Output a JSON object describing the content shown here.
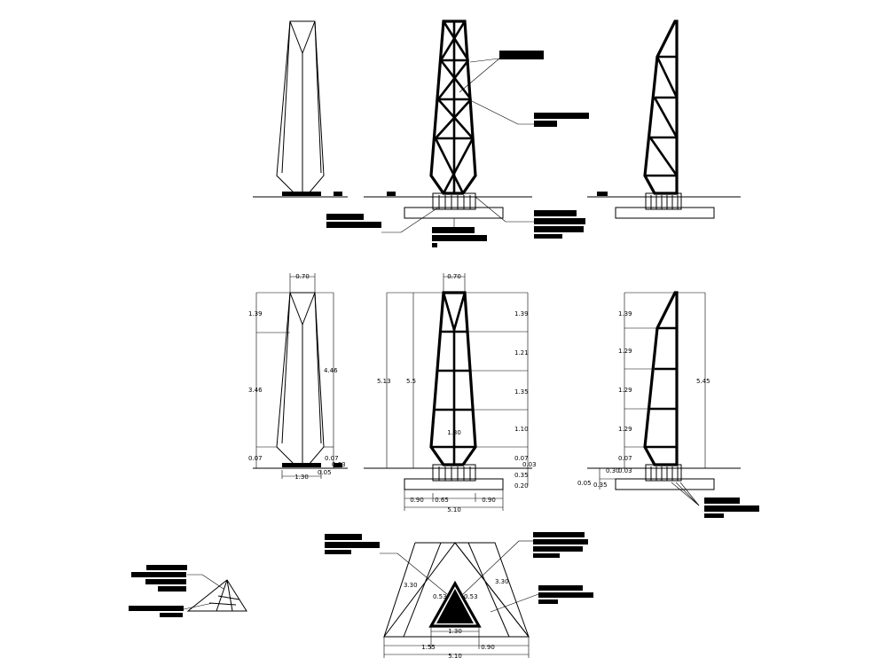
{
  "colors": {
    "background": "#ffffff",
    "ink": "#000000"
  },
  "drawing": {
    "front_elevation": {
      "top_width": "0.70",
      "left_dims": [
        "1.39",
        "3.46",
        "0.07"
      ],
      "right_dims": [
        "4.46",
        "0.07",
        "0.03"
      ],
      "base_width": "1.30",
      "base_side": "0.05"
    },
    "truss_elevation": {
      "top_width": "0.70",
      "left_dims": [
        "5.13",
        "5.5"
      ],
      "right_dims": [
        "1.39",
        "1.21",
        "1.35",
        "1.10",
        "0.07",
        "0.03",
        "0.35",
        "0.20"
      ],
      "center_label": "1.30",
      "bottom_dims": [
        "0.90",
        "0.65",
        "0.90"
      ],
      "total_width": "5.10"
    },
    "side_elevation": {
      "left_dims": [
        "1.39",
        "1.29",
        "1.29",
        "1.29",
        "0.07"
      ],
      "right_dim": "5.45",
      "footing_dims": [
        "0.30",
        "0.03",
        "0.05",
        "0.35"
      ]
    },
    "plan_view": {
      "side_dims": [
        "3.30",
        "3.30"
      ],
      "core_dims": [
        "0.53",
        "0.53"
      ],
      "inner_width": "1.30",
      "bottom_dims": [
        "1.55",
        "0.90"
      ],
      "total_width": "5.10"
    }
  }
}
